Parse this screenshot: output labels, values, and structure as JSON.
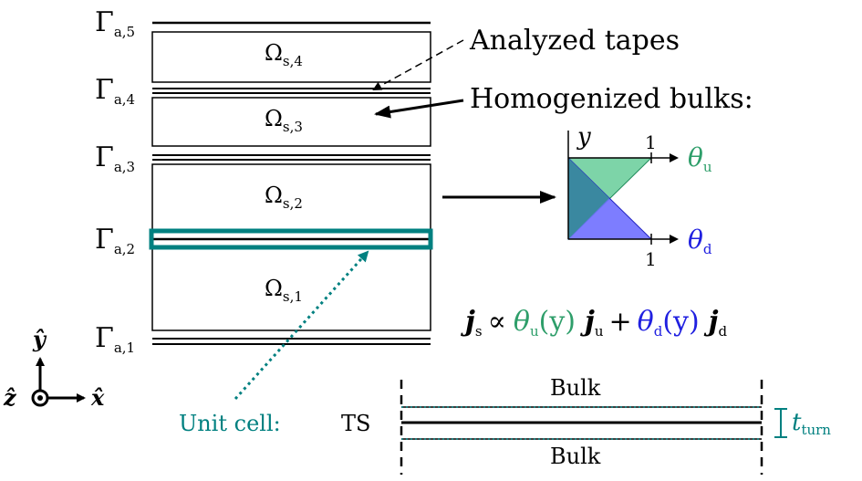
{
  "gamma_labels": [
    {
      "main": "Γ",
      "sub": "a,5"
    },
    {
      "main": "Γ",
      "sub": "a,4"
    },
    {
      "main": "Γ",
      "sub": "a,3"
    },
    {
      "main": "Γ",
      "sub": "a,2"
    },
    {
      "main": "Γ",
      "sub": "a,1"
    }
  ],
  "omega_labels": [
    {
      "main": "Ω",
      "sub": "s,4"
    },
    {
      "main": "Ω",
      "sub": "s,3"
    },
    {
      "main": "Ω",
      "sub": "s,2"
    },
    {
      "main": "Ω",
      "sub": "s,1"
    }
  ],
  "annotations": {
    "analyzed_tapes": "Analyzed tapes",
    "homogenized_bulks": "Homogenized bulks:",
    "unit_cell": "Unit cell:"
  },
  "plot": {
    "y_axis": "y",
    "tick_top": "1",
    "tick_bottom": "1",
    "theta_u": {
      "main": "θ",
      "sub": "u"
    },
    "theta_d": {
      "main": "θ",
      "sub": "d"
    }
  },
  "equation": {
    "js": "j",
    "js_sub": "s",
    "prop": "∝",
    "theta_u": "θ",
    "theta_u_sub": "u",
    "theta_u_arg": "(y)",
    "ju": "j",
    "ju_sub": "u",
    "plus": "+",
    "theta_d": "θ",
    "theta_d_sub": "d",
    "theta_d_arg": "(y)",
    "jd": "j",
    "jd_sub": "d"
  },
  "axes": {
    "y_hat": "ŷ",
    "z_hat": "ẑ",
    "x_hat": "x̂"
  },
  "unit_cell": {
    "bulk_top": "Bulk",
    "bulk_bottom": "Bulk",
    "ts": "TS",
    "t_main": "t",
    "t_sub": "turn"
  },
  "colors": {
    "teal": "#008080",
    "green": "#2e9e6a",
    "blue": "#2020e0",
    "green_fill": "#6fcf9f",
    "blue_fill": "#7070ff",
    "overlap_fill": "#3a88a0"
  }
}
